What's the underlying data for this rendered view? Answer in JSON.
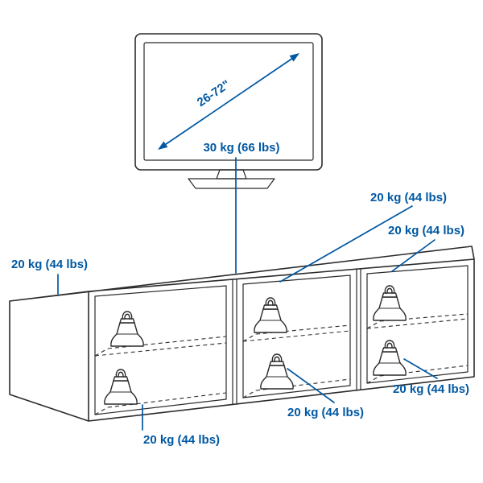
{
  "colors": {
    "accent": "#0058a3",
    "line": "#2b2b2b",
    "background": "#ffffff"
  },
  "tv": {
    "size_range": "26-72\""
  },
  "capacities": {
    "top_surface": "30 kg (66 lbs)",
    "left_top_shelf": "20 kg (44 lbs)",
    "left_bottom_shelf": "20 kg (44 lbs)",
    "middle_top_shelf": "20 kg (44 lbs)",
    "middle_bottom_shelf": "20 kg (44 lbs)",
    "right_top_shelf": "20 kg (44 lbs)",
    "right_bottom_shelf": "20 kg (44 lbs)"
  }
}
